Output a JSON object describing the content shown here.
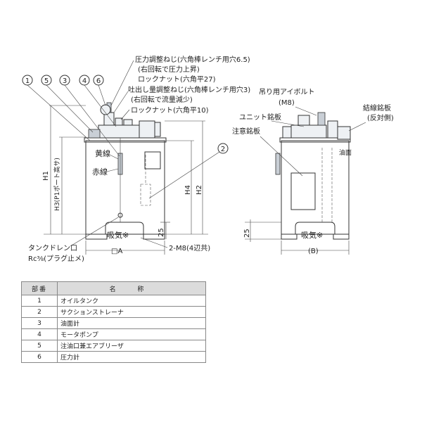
{
  "front_view": {
    "balloons": [
      "1",
      "5",
      "3",
      "4",
      "6"
    ],
    "callouts": {
      "pressure_screw": "圧力調整ねじ(六角棒レンチ用穴6.5)",
      "pressure_screw_note": "(右回転で圧力上昇)",
      "locknut_27": "ロックナット(六角平27)",
      "flow_screw": "吐出し量調整ねじ(六角棒レンチ用穴3)",
      "flow_screw_note": "(右回転で流量減少)",
      "locknut_10": "ロックナット(六角平10)",
      "yellow_line": "黄線",
      "red_line": "赤線",
      "balloon_2": "2",
      "tank_drain": "タンクドレン口",
      "drain_plug": "Rc⅜(プラグ止メ)",
      "bolts": "2-M8(4辺共)",
      "suction": "吸気※",
      "square_a": "□A"
    },
    "dims": {
      "h1": "H1",
      "h3": "H3(P1ポート高サ)",
      "h4": "H4",
      "h2": "H2",
      "d25": "25"
    }
  },
  "side_view": {
    "callouts": {
      "eyebolt": "吊り用アイボルト",
      "eyebolt_size": "(M8)",
      "unit_plate": "ユニット銘板",
      "caution_plate": "注意銘板",
      "wiring_plate": "結線銘板",
      "wiring_plate_note": "(反対側)",
      "oil_label": "油面",
      "suction": "吸気※",
      "dim_b": "(B)"
    },
    "dims": {
      "d25": "25"
    }
  },
  "parts_table": {
    "header_no": "部番",
    "header_name": "名 称",
    "rows": [
      {
        "no": "1",
        "name": "オイルタンク"
      },
      {
        "no": "2",
        "name": "サクションストレーナ"
      },
      {
        "no": "3",
        "name": "油面計"
      },
      {
        "no": "4",
        "name": "モータポンプ"
      },
      {
        "no": "5",
        "name": "注油口兼エアブリーザ"
      },
      {
        "no": "6",
        "name": "圧力計"
      }
    ]
  }
}
